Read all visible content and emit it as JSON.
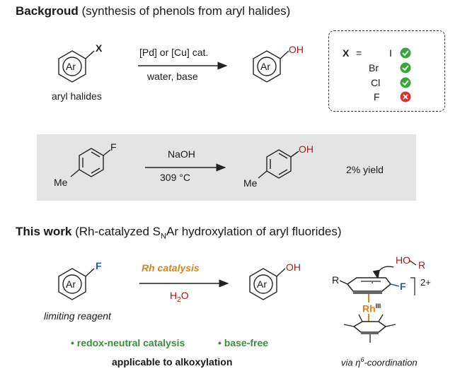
{
  "background": {
    "title_bold": "Backgroud",
    "title_rest": " (synthesis of phenols from aryl halides)",
    "substrate_ring_label": "Ar",
    "substrate_substituent": "X",
    "substrate_caption": "aryl halides",
    "catalyst": "[Pd] or [Cu] cat.",
    "conditions": "water, base",
    "product_ring_label": "Ar",
    "product_substituent": "OH",
    "halogen_table": {
      "x_label": "X",
      "equals": "=",
      "items": [
        {
          "label": "I",
          "status": "check"
        },
        {
          "label": "Br",
          "status": "check"
        },
        {
          "label": "Cl",
          "status": "check"
        },
        {
          "label": "F",
          "status": "cross"
        }
      ]
    }
  },
  "example": {
    "substrate_top": "F",
    "substrate_bottom": "Me",
    "reagent": "NaOH",
    "temperature": "309 °C",
    "product_top": "OH",
    "product_bottom": "Me",
    "yield": "2% yield"
  },
  "this_work": {
    "title_bold": "This work",
    "title_pre": " (Rh-catalyzed S",
    "title_sub": "N",
    "title_post": "Ar hydroxylation of aryl fluorides)",
    "substrate_ring_label": "Ar",
    "substrate_substituent": "F",
    "substrate_caption": "limiting reagent",
    "catalysis": "Rh catalysis",
    "reagent": "H",
    "reagent_sub": "2",
    "reagent_post": "O",
    "product_ring_label": "Ar",
    "product_substituent": "OH",
    "features": [
      "• redox-neutral catalysis",
      "• base-free"
    ],
    "applicable": "applicable to alkoxylation",
    "complex": {
      "nucleophile": "HO",
      "nucleophile_r": "R",
      "ring_r": "R",
      "fluorine": "F",
      "charge": "2+",
      "metal": "Rh",
      "oxidation": "III",
      "caption_pre": "via ",
      "caption_eta": "η",
      "caption_sup": "6",
      "caption_post": "-coordination"
    }
  },
  "colors": {
    "check": "#3aa63a",
    "cross": "#d8342c",
    "oh": "#a01c1c",
    "fluorine": "#1f5fb5",
    "catalysis": "#d9861b",
    "feature": "#3a8f3a",
    "gray_panel": "#e4e4e4"
  }
}
